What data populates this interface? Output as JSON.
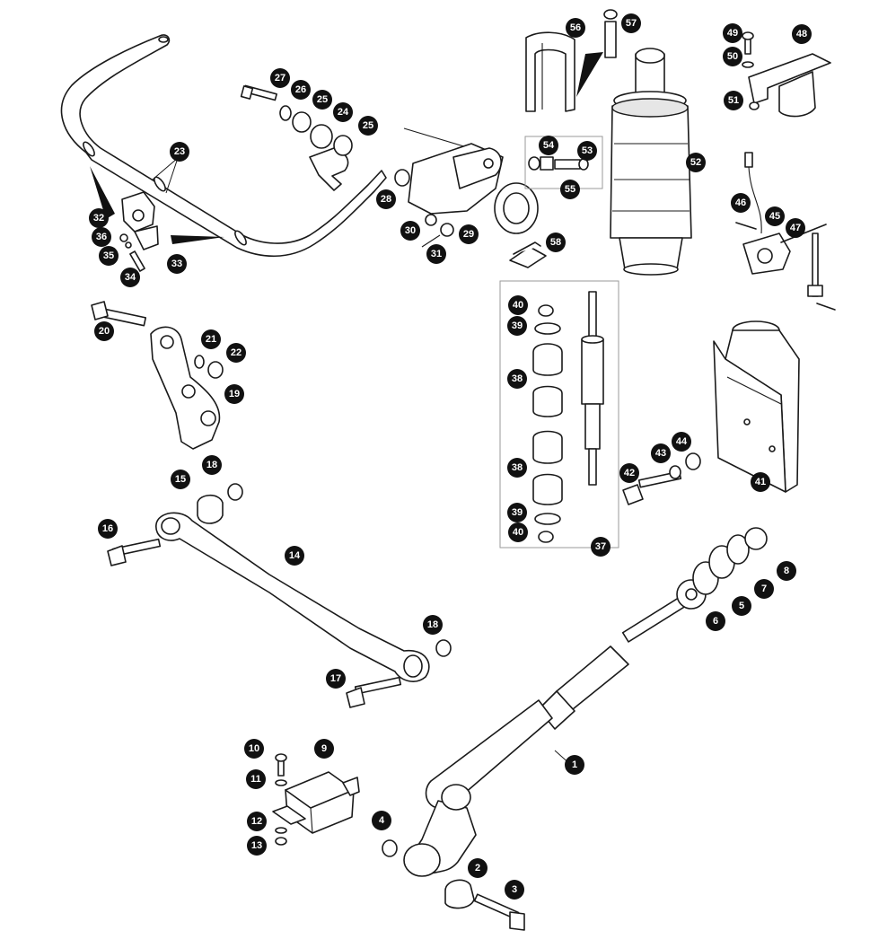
{
  "diagram": {
    "type": "exploded-parts-view",
    "callout_color": "#111111",
    "callout_text_color": "#ffffff",
    "line_color": "#1a1a1a",
    "callouts": [
      "1",
      "2",
      "3",
      "4",
      "5",
      "6",
      "7",
      "8",
      "9",
      "10",
      "11",
      "12",
      "13",
      "14",
      "15",
      "16",
      "17",
      "18",
      "18",
      "19",
      "20",
      "21",
      "22",
      "23",
      "24",
      "25",
      "25",
      "26",
      "27",
      "28",
      "29",
      "30",
      "31",
      "32",
      "33",
      "34",
      "35",
      "36",
      "37",
      "38",
      "38",
      "39",
      "39",
      "40",
      "40",
      "41",
      "42",
      "43",
      "44",
      "45",
      "46",
      "47",
      "48",
      "49",
      "50",
      "51",
      "52",
      "53",
      "54",
      "55",
      "56",
      "57",
      "58"
    ]
  }
}
